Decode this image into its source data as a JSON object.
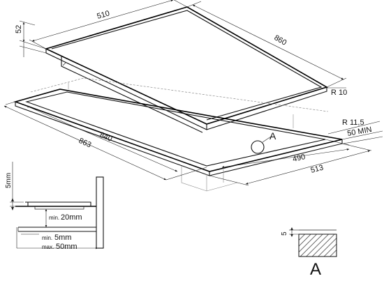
{
  "colors": {
    "line": "#111111",
    "background": "#ffffff",
    "hatch": "#333333"
  },
  "dimensions": {
    "hob_width": "510",
    "hob_height": "52",
    "hob_depth": "860",
    "hob_corner_radius": "R 10",
    "cutout_radius": "R 11,5",
    "min_front_distance": "50 MIN",
    "cutout_width": "840",
    "worktop_width": "863",
    "cutout_depth": "490",
    "worktop_depth": "513"
  },
  "labels": {
    "detail_marker": "A",
    "detail_title": "A",
    "detail_offset": "5"
  },
  "side_section": {
    "top_clearance": "5mm",
    "under_clearance_prefix": "min.",
    "under_clearance_value": "20mm",
    "panel_min_prefix": "min.",
    "panel_min_value": "5mm",
    "panel_max_prefix": "max.",
    "panel_max_value": "50mm"
  }
}
